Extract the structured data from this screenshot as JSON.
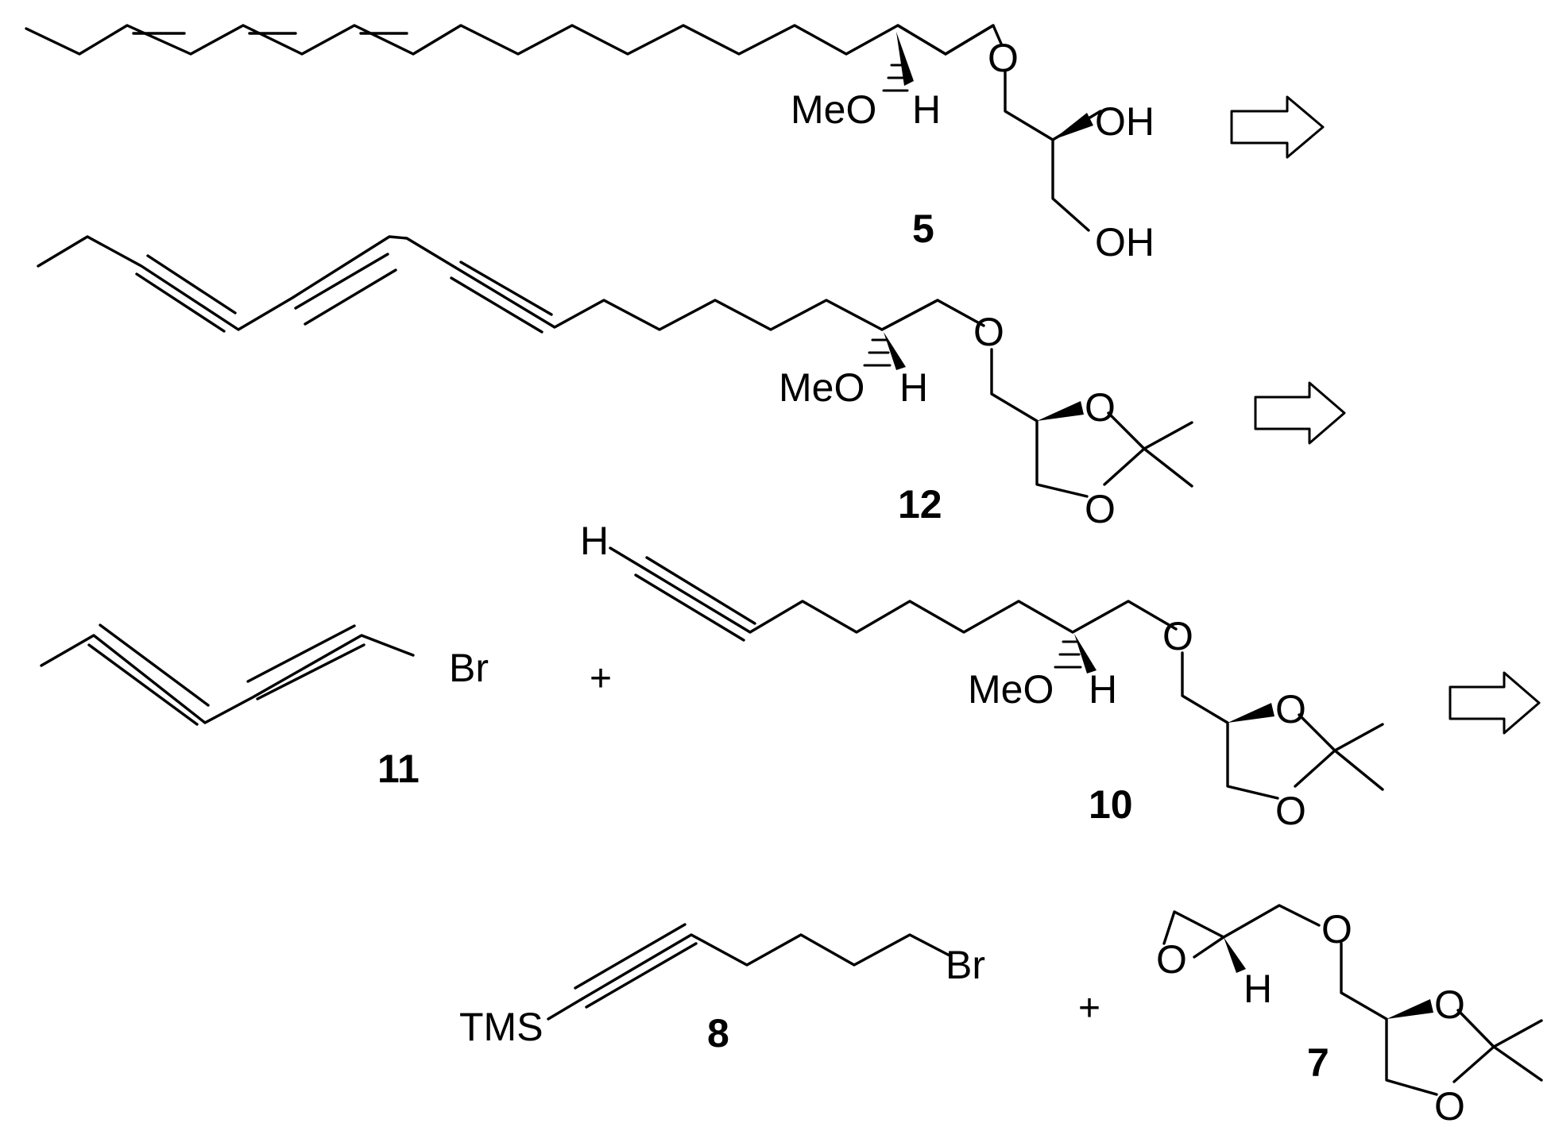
{
  "compounds": {
    "c5": {
      "label": "5",
      "methoxy": "MeO",
      "h": "H",
      "ether_o": "O",
      "oh1": "OH",
      "oh2": "OH"
    },
    "c12": {
      "label": "12",
      "methoxy": "MeO",
      "h": "H",
      "ether_o": "O",
      "ring_o1": "O",
      "ring_o2": "O"
    },
    "c11": {
      "label": "11",
      "br": "Br"
    },
    "c10": {
      "label": "10",
      "methoxy": "MeO",
      "h": "H",
      "terminal_h": "H",
      "ether_o": "O",
      "ring_o1": "O",
      "ring_o2": "O"
    },
    "c8": {
      "label": "8",
      "tms": "TMS",
      "br": "Br"
    },
    "c7": {
      "label": "7",
      "epoxide_o": "O",
      "h": "H",
      "ether_o": "O",
      "ring_o1": "O",
      "ring_o2": "O"
    }
  },
  "operators": {
    "plus_1": "+",
    "plus_2": "+"
  },
  "arrows": [
    "retrosynthetic",
    "retrosynthetic",
    "retrosynthetic"
  ]
}
